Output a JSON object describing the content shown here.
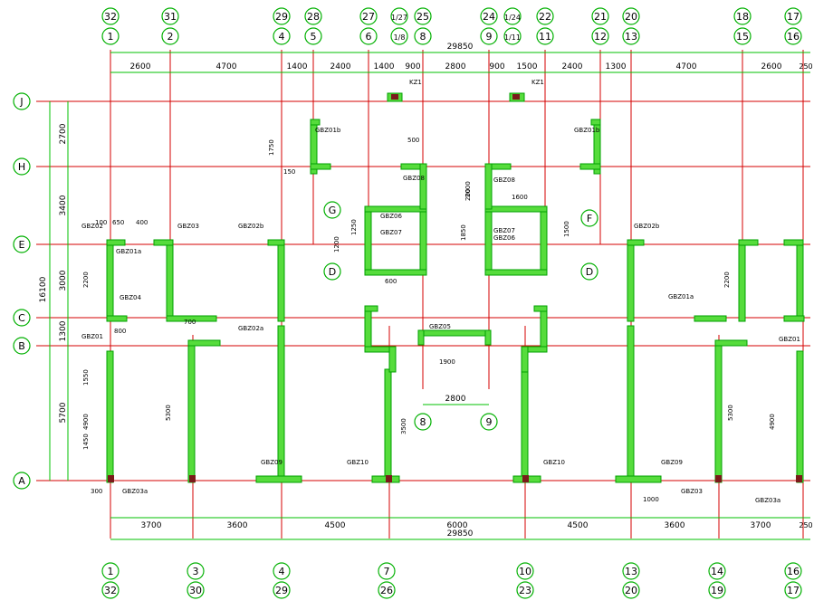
{
  "top_bubbles_upper": [
    "32",
    "31",
    "29",
    "28",
    "27",
    "1/27",
    "25",
    "24",
    "1/24",
    "22",
    "21",
    "20",
    "18",
    "17"
  ],
  "top_bubbles_lower": [
    "1",
    "2",
    "4",
    "5",
    "6",
    "1/8",
    "8",
    "9",
    "1/11",
    "11",
    "12",
    "13",
    "15",
    "16"
  ],
  "bottom_bubbles_upper": [
    "1",
    "3",
    "4",
    "7",
    "10",
    "13",
    "14",
    "16"
  ],
  "bottom_bubbles_lower": [
    "32",
    "30",
    "29",
    "26",
    "23",
    "20",
    "19",
    "17"
  ],
  "row_bubbles": [
    "J",
    "H",
    "E",
    "C",
    "B",
    "A"
  ],
  "inner_bubbles": [
    "G",
    "D",
    "F",
    "D",
    "8",
    "9"
  ],
  "overall_dim_top": "29850",
  "overall_dim_bottom": "29850",
  "overall_dim_left": "16100",
  "top_dims": [
    "2600",
    "4700",
    "1400",
    "2400",
    "1400",
    "900",
    "2800",
    "900",
    "1500",
    "2400",
    "1300",
    "4700",
    "2600",
    "250"
  ],
  "bottom_dims": [
    "3700",
    "3600",
    "4500",
    "6000",
    "4500",
    "3600",
    "3700",
    "250"
  ],
  "left_dims": [
    "2700",
    "3400",
    "3000",
    "1300",
    "5700"
  ],
  "center_dim": "2800",
  "wall_labels": [
    "GBZ01a",
    "GBZ02",
    "GBZ03",
    "GBZ04",
    "GBZ05",
    "GBZ06",
    "GBZ07",
    "GBZ08",
    "GBZ09",
    "GBZ10",
    "GBZ01",
    "GBZ02a",
    "GBZ02b",
    "GBZ01b",
    "GBZ03a",
    "KZ1"
  ],
  "small_dims": [
    "650",
    "400",
    "100",
    "2200",
    "800",
    "700",
    "600",
    "300",
    "1550",
    "1450",
    "4900",
    "5300",
    "3500",
    "1000",
    "1600",
    "1200",
    "1850",
    "1500",
    "2000",
    "1900",
    "1250",
    "1750",
    "200",
    "500",
    "150"
  ]
}
